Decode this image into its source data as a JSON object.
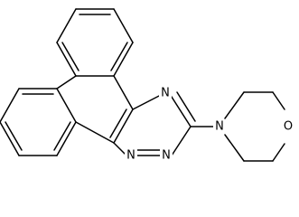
{
  "atoms": {
    "n_top": "N",
    "n_bottom_left": "N",
    "n_bottom_right": "N",
    "n_morpholine": "N",
    "o_morpholine": "O"
  }
}
